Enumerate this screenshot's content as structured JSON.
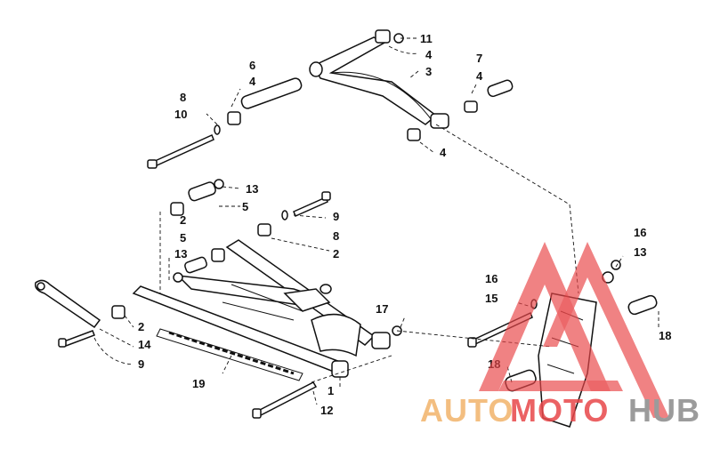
{
  "callouts": [
    {
      "id": "c11",
      "label": "11"
    },
    {
      "id": "c4a",
      "label": "4"
    },
    {
      "id": "c3",
      "label": "3"
    },
    {
      "id": "c7",
      "label": "7"
    },
    {
      "id": "c4b",
      "label": "4"
    },
    {
      "id": "c6",
      "label": "6"
    },
    {
      "id": "c4c",
      "label": "4"
    },
    {
      "id": "c8a",
      "label": "8"
    },
    {
      "id": "c10",
      "label": "10"
    },
    {
      "id": "c4d",
      "label": "4"
    },
    {
      "id": "c13a",
      "label": "13"
    },
    {
      "id": "c5a",
      "label": "5"
    },
    {
      "id": "c9a",
      "label": "9"
    },
    {
      "id": "c2a",
      "label": "2"
    },
    {
      "id": "c5b",
      "label": "5"
    },
    {
      "id": "c8b",
      "label": "8"
    },
    {
      "id": "c13b",
      "label": "13"
    },
    {
      "id": "c2b",
      "label": "2"
    },
    {
      "id": "c16a",
      "label": "16"
    },
    {
      "id": "c13c",
      "label": "13"
    },
    {
      "id": "c16b",
      "label": "16"
    },
    {
      "id": "c15",
      "label": "15"
    },
    {
      "id": "c17",
      "label": "17"
    },
    {
      "id": "c2c",
      "label": "2"
    },
    {
      "id": "c14",
      "label": "14"
    },
    {
      "id": "c9b",
      "label": "9"
    },
    {
      "id": "c18a",
      "label": "18"
    },
    {
      "id": "c19",
      "label": "19"
    },
    {
      "id": "c18b",
      "label": "18"
    },
    {
      "id": "c1",
      "label": "1"
    },
    {
      "id": "c12",
      "label": "12"
    }
  ],
  "watermark": {
    "part1": "AUTO",
    "part2": "MOTO",
    "part3": "HUB",
    "color_orange": "#F2B36B",
    "color_red": "#E8474A",
    "color_gray": "#8A8A8A"
  }
}
